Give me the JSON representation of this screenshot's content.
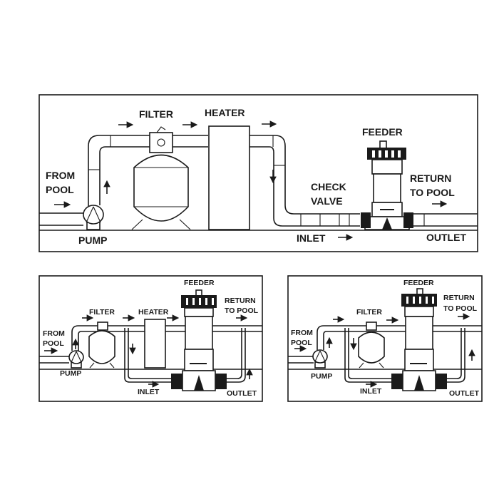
{
  "main_diagram": {
    "labels": {
      "filter": "FILTER",
      "heater": "HEATER",
      "feeder": "FEEDER",
      "from_pool_1": "FROM",
      "from_pool_2": "POOL",
      "pump": "PUMP",
      "check_valve_1": "CHECK",
      "check_valve_2": "VALVE",
      "return_1": "RETURN",
      "return_2": "TO POOL",
      "inlet": "INLET",
      "outlet": "OUTLET"
    }
  },
  "bypass_heater_diagram": {
    "labels": {
      "feeder": "FEEDER",
      "filter": "FILTER",
      "heater": "HEATER",
      "return_1": "RETURN",
      "return_2": "TO POOL",
      "from_pool_1": "FROM",
      "from_pool_2": "POOL",
      "pump": "PUMP",
      "inlet": "INLET",
      "outlet": "OUTLET"
    }
  },
  "bypass_diagram": {
    "labels": {
      "feeder": "FEEDER",
      "filter": "FILTER",
      "return_1": "RETURN",
      "return_2": "TO POOL",
      "from_pool_1": "FROM",
      "from_pool_2": "POOL",
      "pump": "PUMP",
      "inlet": "INLET",
      "outlet": "OUTLET"
    }
  }
}
